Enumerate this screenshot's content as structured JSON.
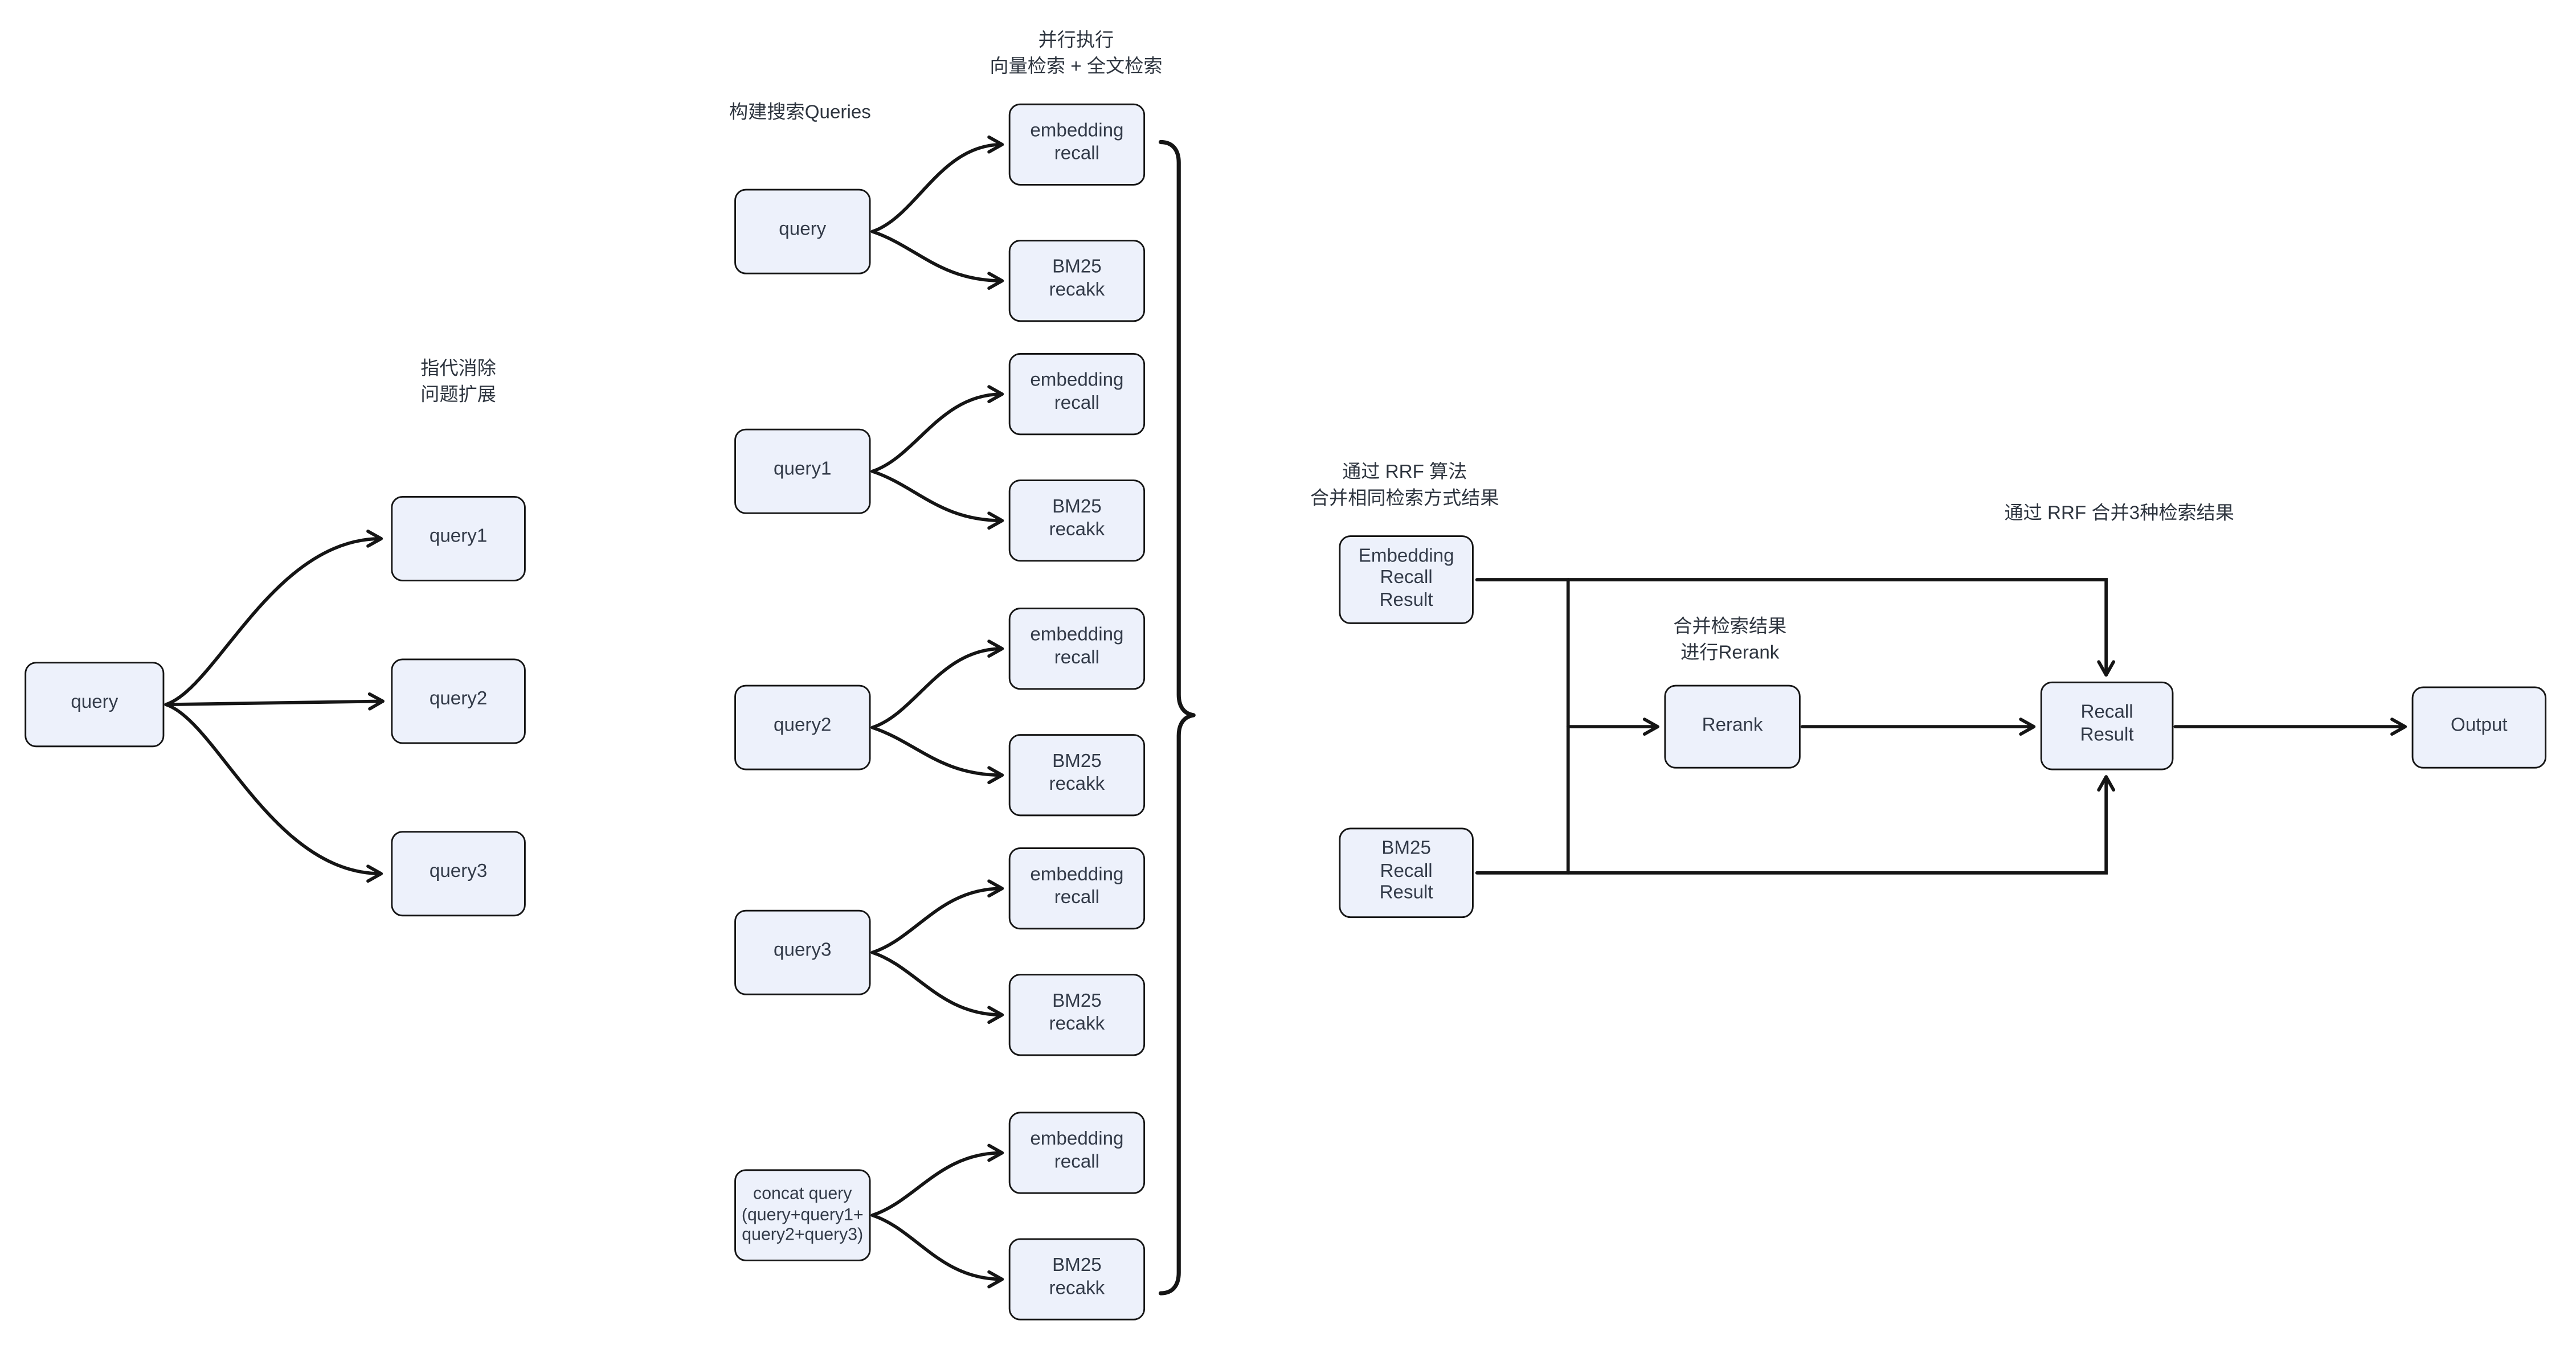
{
  "diagram": {
    "labels": {
      "coref_expand": "指代消除\n问题扩展",
      "build_queries": "构建搜索Queries",
      "parallel_exec": "并行执行\n向量检索 + 全文检索",
      "rrf_merge_same": "通过 RRF 算法\n合并相同检索方式结果",
      "merge_rerank": "合并检索结果\n进行Rerank",
      "rrf_merge_three": "通过 RRF 合并3种检索结果"
    },
    "left": {
      "source": "query",
      "expanded": [
        "query1",
        "query2",
        "query3"
      ]
    },
    "middle": {
      "queries": [
        "query",
        "query1",
        "query2",
        "query3"
      ],
      "concat": "concat query\n(query+query1+\nquery2+query3)",
      "recall_pairs": [
        {
          "embedding": "embedding\nrecall",
          "bm25": "BM25\nrecakk"
        },
        {
          "embedding": "embedding\nrecall",
          "bm25": "BM25\nrecakk"
        },
        {
          "embedding": "embedding\nrecall",
          "bm25": "BM25\nrecakk"
        },
        {
          "embedding": "embedding\nrecall",
          "bm25": "BM25\nrecakk"
        },
        {
          "embedding": "embedding\nrecall",
          "bm25": "BM25\nrecakk"
        }
      ]
    },
    "right": {
      "embedding_result": "Embedding\nRecall\nResult",
      "bm25_result": "BM25\nRecall\nResult",
      "rerank": "Rerank",
      "recall_result": "Recall\nResult",
      "output": "Output"
    },
    "colors": {
      "node_fill": "#edf1fb",
      "node_border": "#151515",
      "node_text": "#333b49",
      "label_text": "#2e353f",
      "line": "#151515",
      "background": "#ffffff"
    }
  }
}
